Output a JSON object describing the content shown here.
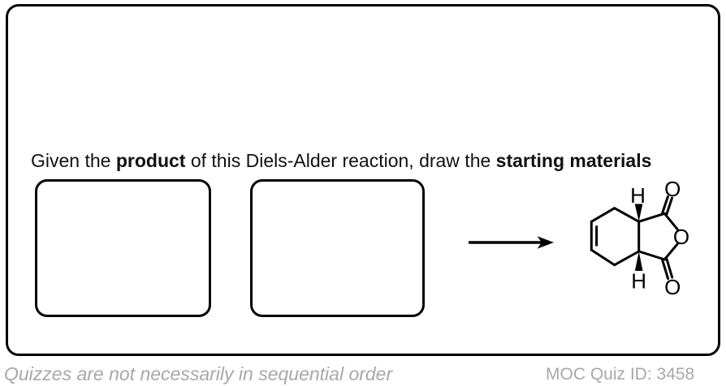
{
  "card": {
    "question": {
      "part1": "Given the ",
      "bold1": "product",
      "part2": " of this Diels-Alder reaction, draw the ",
      "bold2": "starting materials"
    }
  },
  "molecule": {
    "atom_labels": {
      "h_top": "H",
      "h_bottom": "H",
      "o_carbonyl_top": "O",
      "o_ring": "O",
      "o_carbonyl_bottom": "O"
    }
  },
  "footer": {
    "note": "Quizzes are not necessarily in sequential order",
    "quiz_id": "MOC Quiz ID: 3458"
  },
  "colors": {
    "line": "#000000",
    "muted_text": "#a8a8a8",
    "background": "#ffffff"
  }
}
